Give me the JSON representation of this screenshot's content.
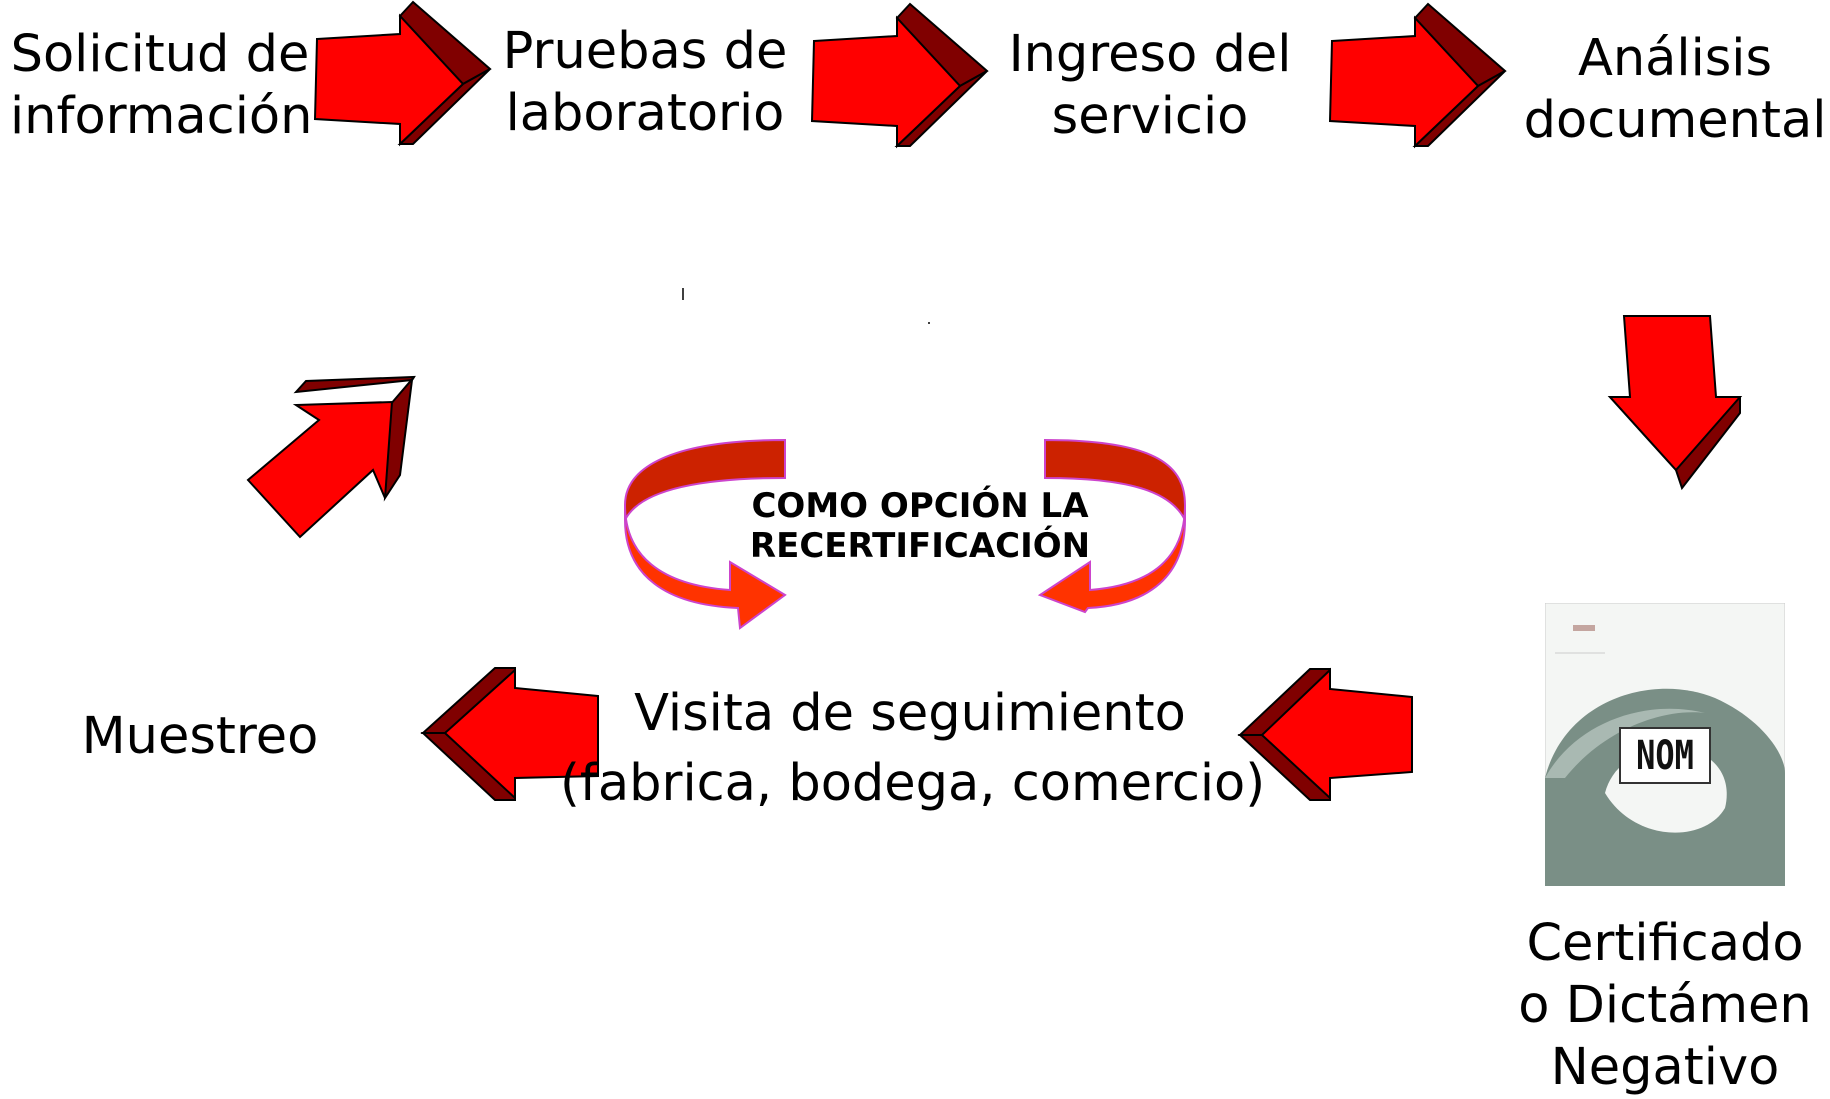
{
  "steps": {
    "solicitud": [
      "Solicitud de",
      "información"
    ],
    "pruebas": [
      "Pruebas de",
      "laboratorio"
    ],
    "ingreso": [
      "Ingreso del",
      "servicio"
    ],
    "analisis": [
      "Análisis",
      "documental"
    ],
    "certificado": [
      "Certificado",
      "o Dictámen",
      "Negativo"
    ],
    "visita": [
      "Visita de seguimiento",
      "(fabrica, bodega, comercio)"
    ],
    "muestreo": [
      "Muestreo"
    ]
  },
  "cycle": {
    "text": [
      "COMO OPCIÓN LA",
      "RECERTIFICACIÓN"
    ]
  },
  "certificate_image": {
    "logo_text": "NOM"
  },
  "colors": {
    "arrow_face": "#ff0000",
    "arrow_side": "#800000",
    "cycle_top": "#cc2200",
    "cycle_bottom": "#ff3300",
    "cycle_outline": "#cc44cc"
  }
}
